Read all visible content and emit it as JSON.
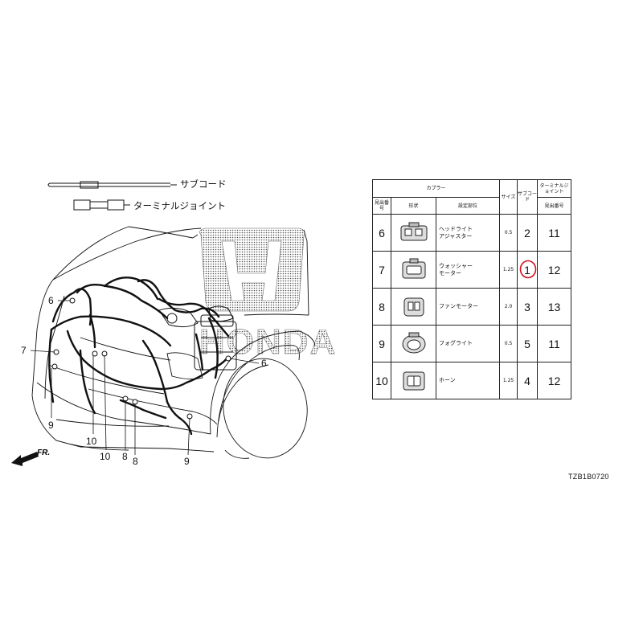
{
  "legend": {
    "sub_cord_label": "サブコード",
    "terminal_joint_label": "ターミナルジョイント"
  },
  "callouts": {
    "c6_left": "6",
    "c6_right": "6",
    "c7": "7",
    "c9_left": "9",
    "c9_bottom": "9",
    "c10_a": "10",
    "c10_b": "10",
    "c8_a": "8",
    "c8_b": "8"
  },
  "direction_label": "FR.",
  "brand_text": "HONDA",
  "reference_code": "TZB1B0720",
  "table": {
    "headers": {
      "coupler": "カプラー",
      "index_no": "見出番号",
      "shape": "形状",
      "location": "設定部位",
      "size": "サイズ",
      "sub_cord": "サブコード",
      "terminal_joint": "ターミナルジョイント",
      "index_no2": "見出番号"
    },
    "rows": [
      {
        "index": "6",
        "location_l1": "ヘッドライト",
        "location_l2": "アジャスター",
        "size": "0.5",
        "sub_cord": "2",
        "terminal_joint": "11",
        "highlighted": false
      },
      {
        "index": "7",
        "location_l1": "ウォッシャー",
        "location_l2": "モーター",
        "size": "1.25",
        "sub_cord": "1",
        "terminal_joint": "12",
        "highlighted": true
      },
      {
        "index": "8",
        "location_l1": "ファンモーター",
        "location_l2": "",
        "size": "2.0",
        "sub_cord": "3",
        "terminal_joint": "13",
        "highlighted": false
      },
      {
        "index": "9",
        "location_l1": "フォグライト",
        "location_l2": "",
        "size": "0.5",
        "sub_cord": "5",
        "terminal_joint": "11",
        "highlighted": false
      },
      {
        "index": "10",
        "location_l1": "ホーン",
        "location_l2": "",
        "size": "1.25",
        "sub_cord": "4",
        "terminal_joint": "12",
        "highlighted": false
      }
    ]
  },
  "colors": {
    "highlight_circle": "#d0121b",
    "line": "#111111"
  }
}
